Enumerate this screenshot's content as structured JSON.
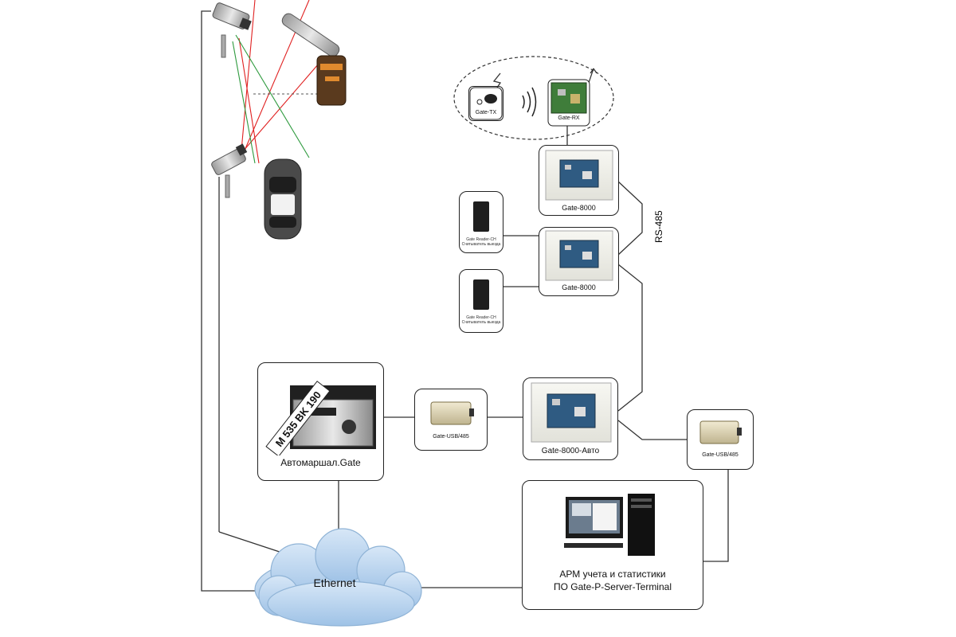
{
  "labels": {
    "gate_tx": "Gate-TX",
    "gate_rx": "Gate-RX",
    "gate_8000_top": "Gate-8000",
    "gate_8000_mid": "Gate-8000",
    "gate_8000_auto": "Gate-8000-Авто",
    "gate_usb_left": "Gate-USB/485",
    "gate_usb_right": "Gate-USB/485",
    "avtomarshal": "Автомаршал.Gate",
    "ethernet": "Ethernet",
    "arm_line1": "АРМ учета и статистики",
    "arm_line2": "ПО Gate-P-Server-Terminal",
    "rs485": "RS-485",
    "reader_caption_1": "Gate Reader-CH Считыватель выезда",
    "reader_caption_2": "Gate Reader-CH Считыватель выезда",
    "plate_text": "M 535 BK 190"
  },
  "icons": {
    "camera_top": "cctv-camera-icon",
    "camera_bottom": "cctv-camera-icon",
    "barrier": "boom-barrier-icon",
    "car": "car-icon",
    "remote": "key-fob-remote-icon",
    "lightning": "lightning-icon",
    "signal": "radio-waves-icon",
    "antenna": "antenna-icon",
    "controller": "controller-board-icon",
    "reader": "card-reader-icon",
    "converter": "usb-converter-icon",
    "recognition_unit": "recognition-server-icon",
    "workstation": "computer-workstation-icon",
    "cloud": "network-cloud-icon"
  },
  "colors": {
    "line": "#333333",
    "laser_red": "#e02020",
    "laser_green": "#2e9a3e",
    "cloud_fill": "#b9d4ee",
    "cloud_stroke": "#8fb3d6"
  }
}
